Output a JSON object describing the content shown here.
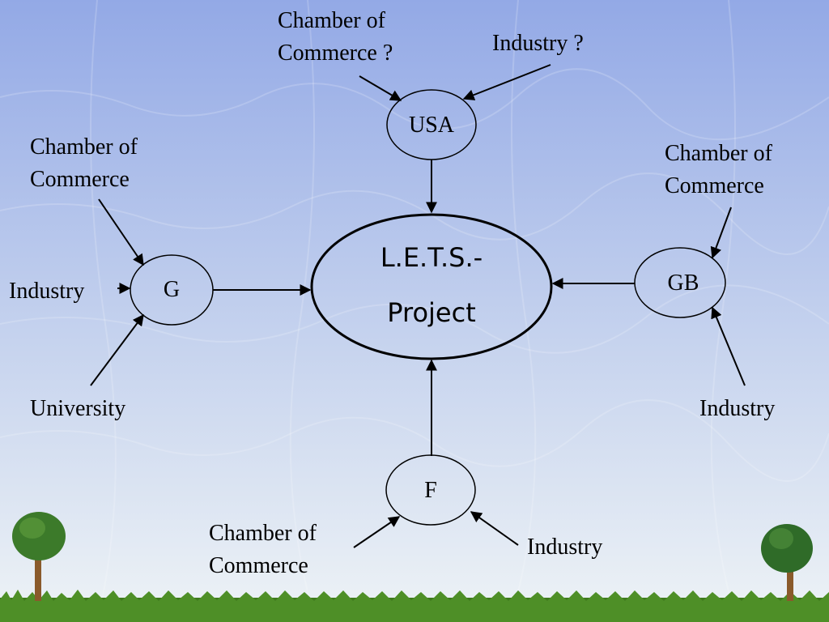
{
  "nodes": {
    "center": {
      "line1": "L.E.T.S.-",
      "line2": "Project"
    },
    "usa": "USA",
    "g": "G",
    "gb": "GB",
    "f": "F"
  },
  "labels": {
    "usa_chamber": [
      "Chamber of",
      "Commerce ?"
    ],
    "usa_industry": "Industry ?",
    "g_chamber": [
      "Chamber of",
      "Commerce"
    ],
    "g_industry": "Industry",
    "g_university": "University",
    "gb_chamber": [
      "Chamber of",
      "Commerce"
    ],
    "gb_industry": "Industry",
    "f_chamber": [
      "Chamber of",
      "Commerce"
    ],
    "f_industry": "Industry"
  },
  "colors": {
    "sky_top": "#93a9e6",
    "sky_bottom": "#e8f0f6",
    "ground": "#3f7a1d",
    "tree": "#3c7a2a",
    "trunk": "#8a5a2b",
    "stroke": "#000000"
  }
}
